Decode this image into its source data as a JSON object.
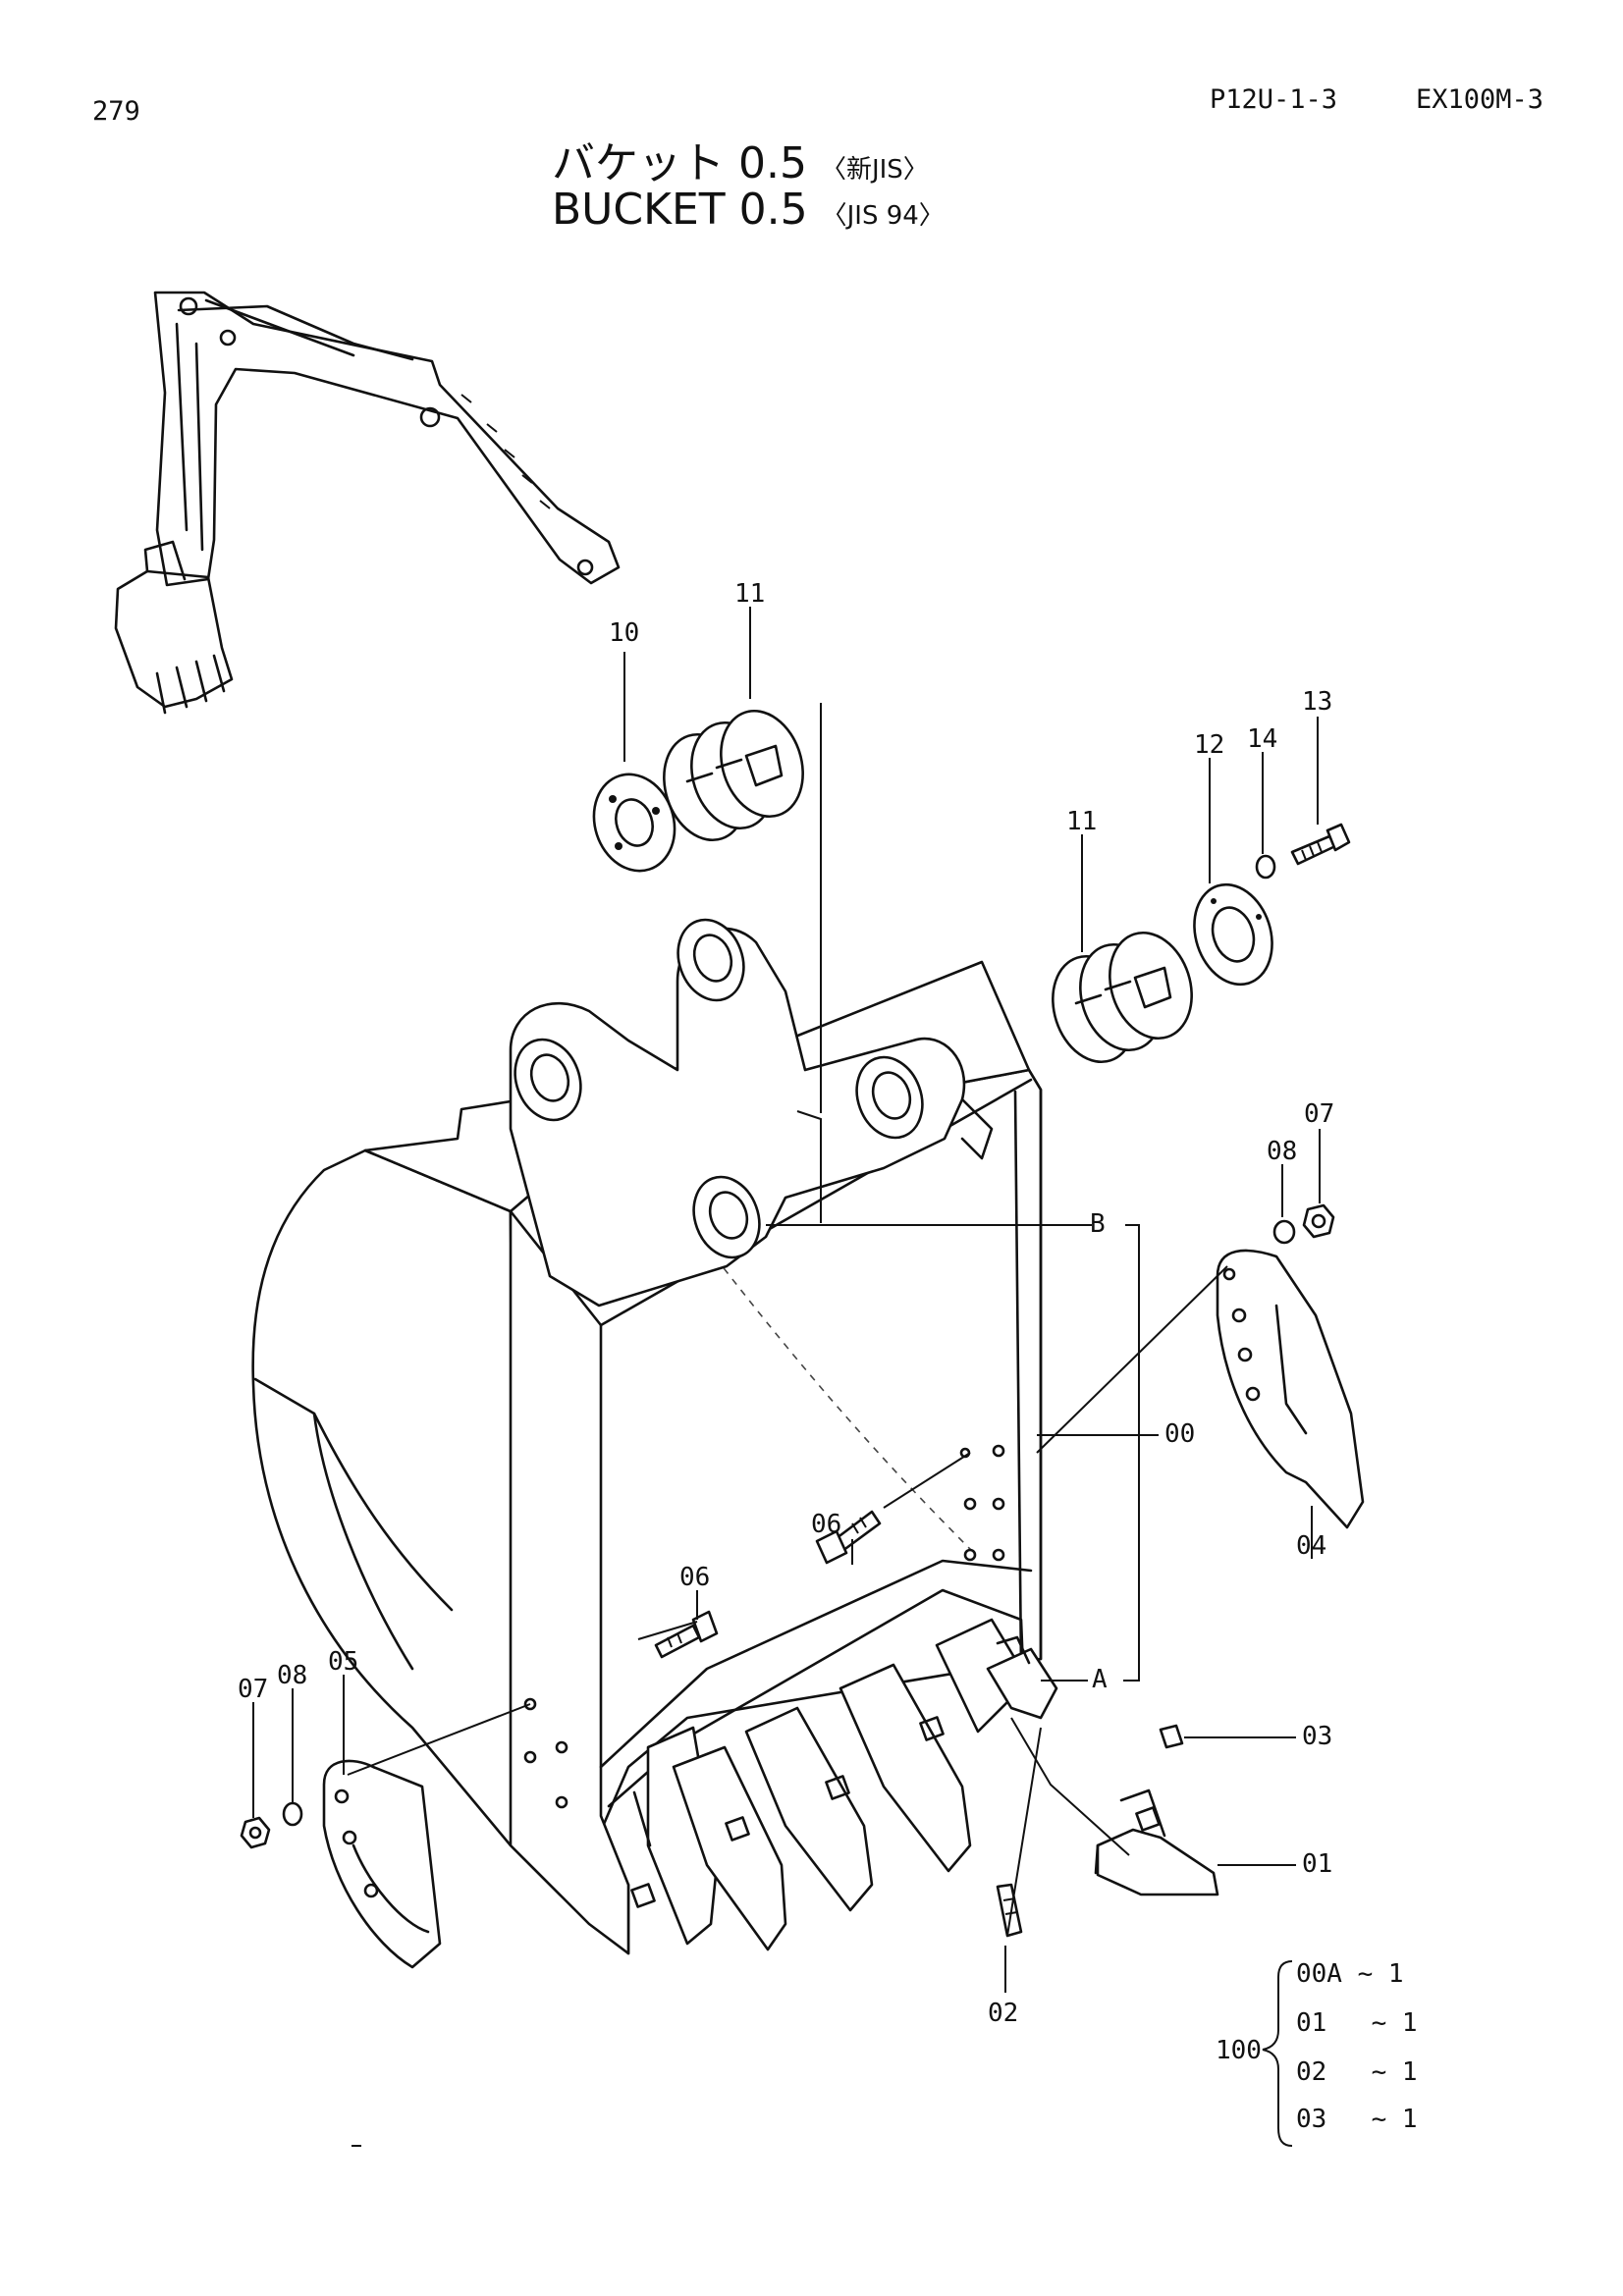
{
  "header": {
    "page_number": "279",
    "figure_code": "P12U-1-3",
    "model": "EX100M-3"
  },
  "title": {
    "japanese_main": "バケット 0.5",
    "japanese_sub": "〈新JIS〉",
    "english_main": "BUCKET 0.5",
    "english_sub": "〈JIS 94〉"
  },
  "callouts": [
    "11",
    "10",
    "13",
    "14",
    "12",
    "11",
    "07",
    "08",
    "B",
    "00",
    "06",
    "06",
    "04",
    "A",
    "05",
    "08",
    "07",
    "03",
    "01",
    "02"
  ],
  "assembly": {
    "label": "100",
    "items": [
      {
        "part": "00A",
        "qty": "~ 1"
      },
      {
        "part": "01",
        "qty": "~ 1"
      },
      {
        "part": "02",
        "qty": "~ 1"
      },
      {
        "part": "03",
        "qty": "~ 1"
      }
    ]
  }
}
